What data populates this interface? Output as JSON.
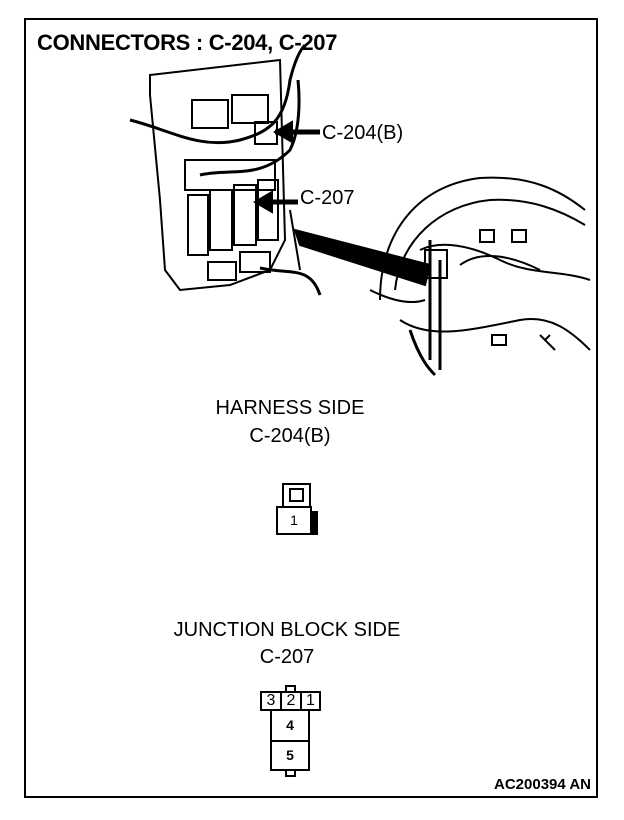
{
  "title": "CONNECTORS : C-204, C-207",
  "callouts": {
    "c204": "C-204(B)",
    "c207": "C-207"
  },
  "harness": {
    "heading": "HARNESS SIDE",
    "connector": "C-204(B)",
    "pins": [
      "1"
    ]
  },
  "junction": {
    "heading": "JUNCTION BLOCK SIDE",
    "connector": "C-207",
    "pins": [
      "3",
      "2",
      "1",
      "4",
      "5"
    ]
  },
  "figure_code": "AC200394 AN"
}
